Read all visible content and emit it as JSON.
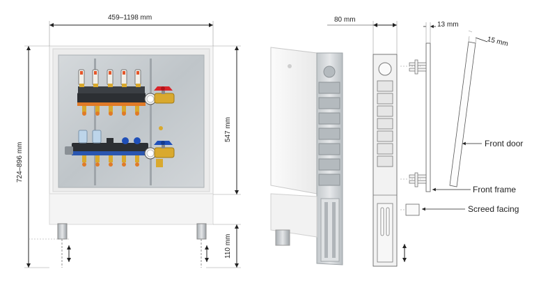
{
  "dimensions": {
    "width_range": "459–1198 mm",
    "height_range": "724–896 mm",
    "inner_height": "547 mm",
    "foot_height": "110 mm",
    "depth": "80 mm",
    "frame_depth": "13 mm",
    "door_depth": "15 mm"
  },
  "callouts": {
    "front_door": "Front door",
    "front_frame": "Front frame",
    "screed_facing": "Screed facing"
  },
  "colors": {
    "supply_bar": "#e07a28",
    "return_bar": "#2a56b0",
    "valve_red": "#d8242a",
    "valve_blue": "#1f4fb8",
    "brass": "#d9a92e",
    "cabinet_white": "#f7f7f7",
    "back_panel": "#c9ced2"
  },
  "icons": {
    "adjust_arrow": "up-down-arrow-icon"
  }
}
